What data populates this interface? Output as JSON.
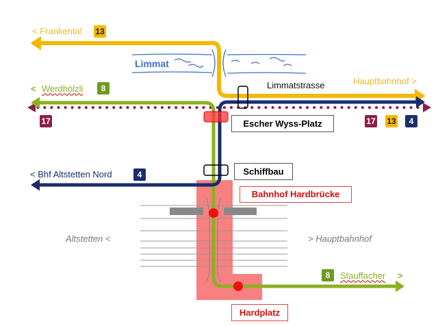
{
  "colors": {
    "yellow": "#f5b800",
    "green": "#8db020",
    "navy": "#1b2d6b",
    "purple": "#8b1f4b",
    "pink": "#f88080",
    "red": "#ee1111",
    "river": "#3a6fd0"
  },
  "labels": {
    "frankental": "< Frankental",
    "limmat": "Limmat",
    "limmatstrasse": "Limmatstrasse",
    "hauptbahnhof_top": "Hauptbahnhof  >",
    "werdhoelzli_arrow": "<",
    "werdhoelzli": "Werdhölzli",
    "escher_wyss": "Escher Wyss-Platz",
    "altstetten_nord": "<  Bhf Altstetten Nord",
    "schiffbau": "Schiffbau",
    "hardbruecke": "Bahnhof Hardbrücke",
    "altstetten": "Altstetten  <",
    "hauptbahnhof_bottom": ">  Hauptbahnhof",
    "stauffacher": "Stauffacher",
    "stauffacher_arrow": ">",
    "hardplatz": "Hardplatz"
  },
  "badges": {
    "frankental": "13",
    "werdhoelzli": "8",
    "left17": "17",
    "right17": "17",
    "right13": "13",
    "right4": "4",
    "altstetten_nord": "4",
    "stauffacher": "8"
  }
}
